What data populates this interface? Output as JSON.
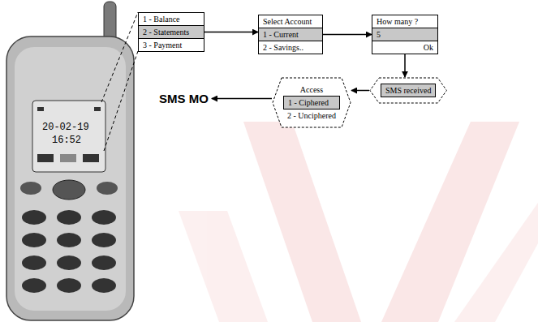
{
  "diagram": {
    "nodes": [
      {
        "text": [
          "1 - Balance",
          "2 - Statements",
          "3 - Payment"
        ]
      },
      {
        "text": [
          "Select Account",
          "1 - Current",
          "2 - Savings.."
        ]
      },
      {
        "text": [
          "How many ?",
          "5",
          "Ok"
        ]
      },
      {
        "text": [
          "Access",
          "1 - Ciphered",
          "2 - Unciphered"
        ]
      },
      {
        "text": [
          "SMS received"
        ]
      }
    ],
    "edges": [
      {
        "from": 0,
        "to": 1,
        "arrow": "to"
      },
      {
        "from": 1,
        "to": 2,
        "arrow": "to"
      },
      {
        "from": 2,
        "to": 4,
        "arrow": "to"
      },
      {
        "from": 4,
        "to": 3,
        "arrow": "to"
      }
    ],
    "labels": [
      "SMS MO",
      "20-02-19",
      "16:52"
    ]
  }
}
